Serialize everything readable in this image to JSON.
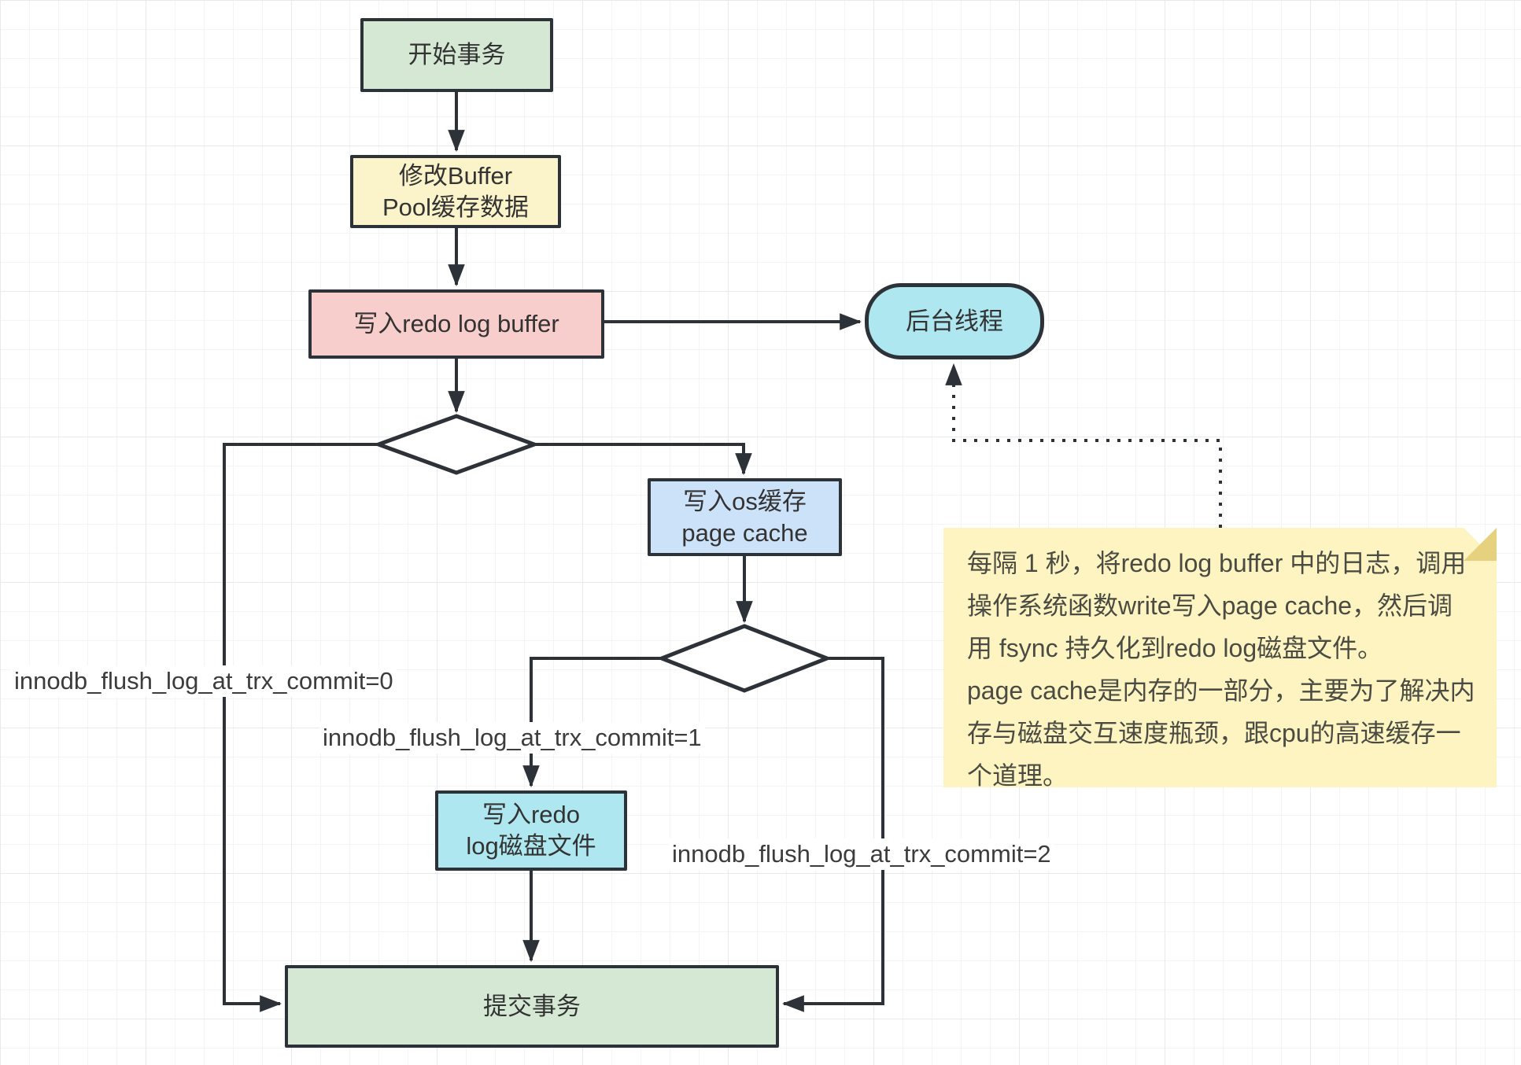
{
  "nodes": {
    "start": {
      "label": "开始事务"
    },
    "modify_buffer_pool": {
      "label": "修改Buffer\nPool缓存数据"
    },
    "write_redo_log_buffer": {
      "label": "写入redo log buffer"
    },
    "background_thread": {
      "label": "后台线程"
    },
    "write_os_page_cache": {
      "label": "写入os缓存\npage cache"
    },
    "write_redo_log_disk": {
      "label": "写入redo\nlog磁盘文件"
    },
    "commit": {
      "label": "提交事务"
    }
  },
  "edge_labels": {
    "commit0": "innodb_flush_log_at_trx_commit=0",
    "commit1": "innodb_flush_log_at_trx_commit=1",
    "commit2": "innodb_flush_log_at_trx_commit=2"
  },
  "note": {
    "paragraph1": "每隔 1 秒，将redo log buffer 中的日志，调用操作系统函数write写入page cache，然后调用 fsync 持久化到redo log磁盘文件。",
    "paragraph2": "page cache是内存的一部分，主要为了解决内存与磁盘交互速度瓶颈，跟cpu的高速缓存一个道理。"
  },
  "colors": {
    "green": "#d5e8d4",
    "yellow": "#fbf3c9",
    "pink": "#f8cecc",
    "cyan": "#aee7ef",
    "blue": "#cce2f8",
    "note_bg": "#fdf4c1",
    "note_fold": "#e6d17f",
    "stroke": "#2c3238"
  }
}
